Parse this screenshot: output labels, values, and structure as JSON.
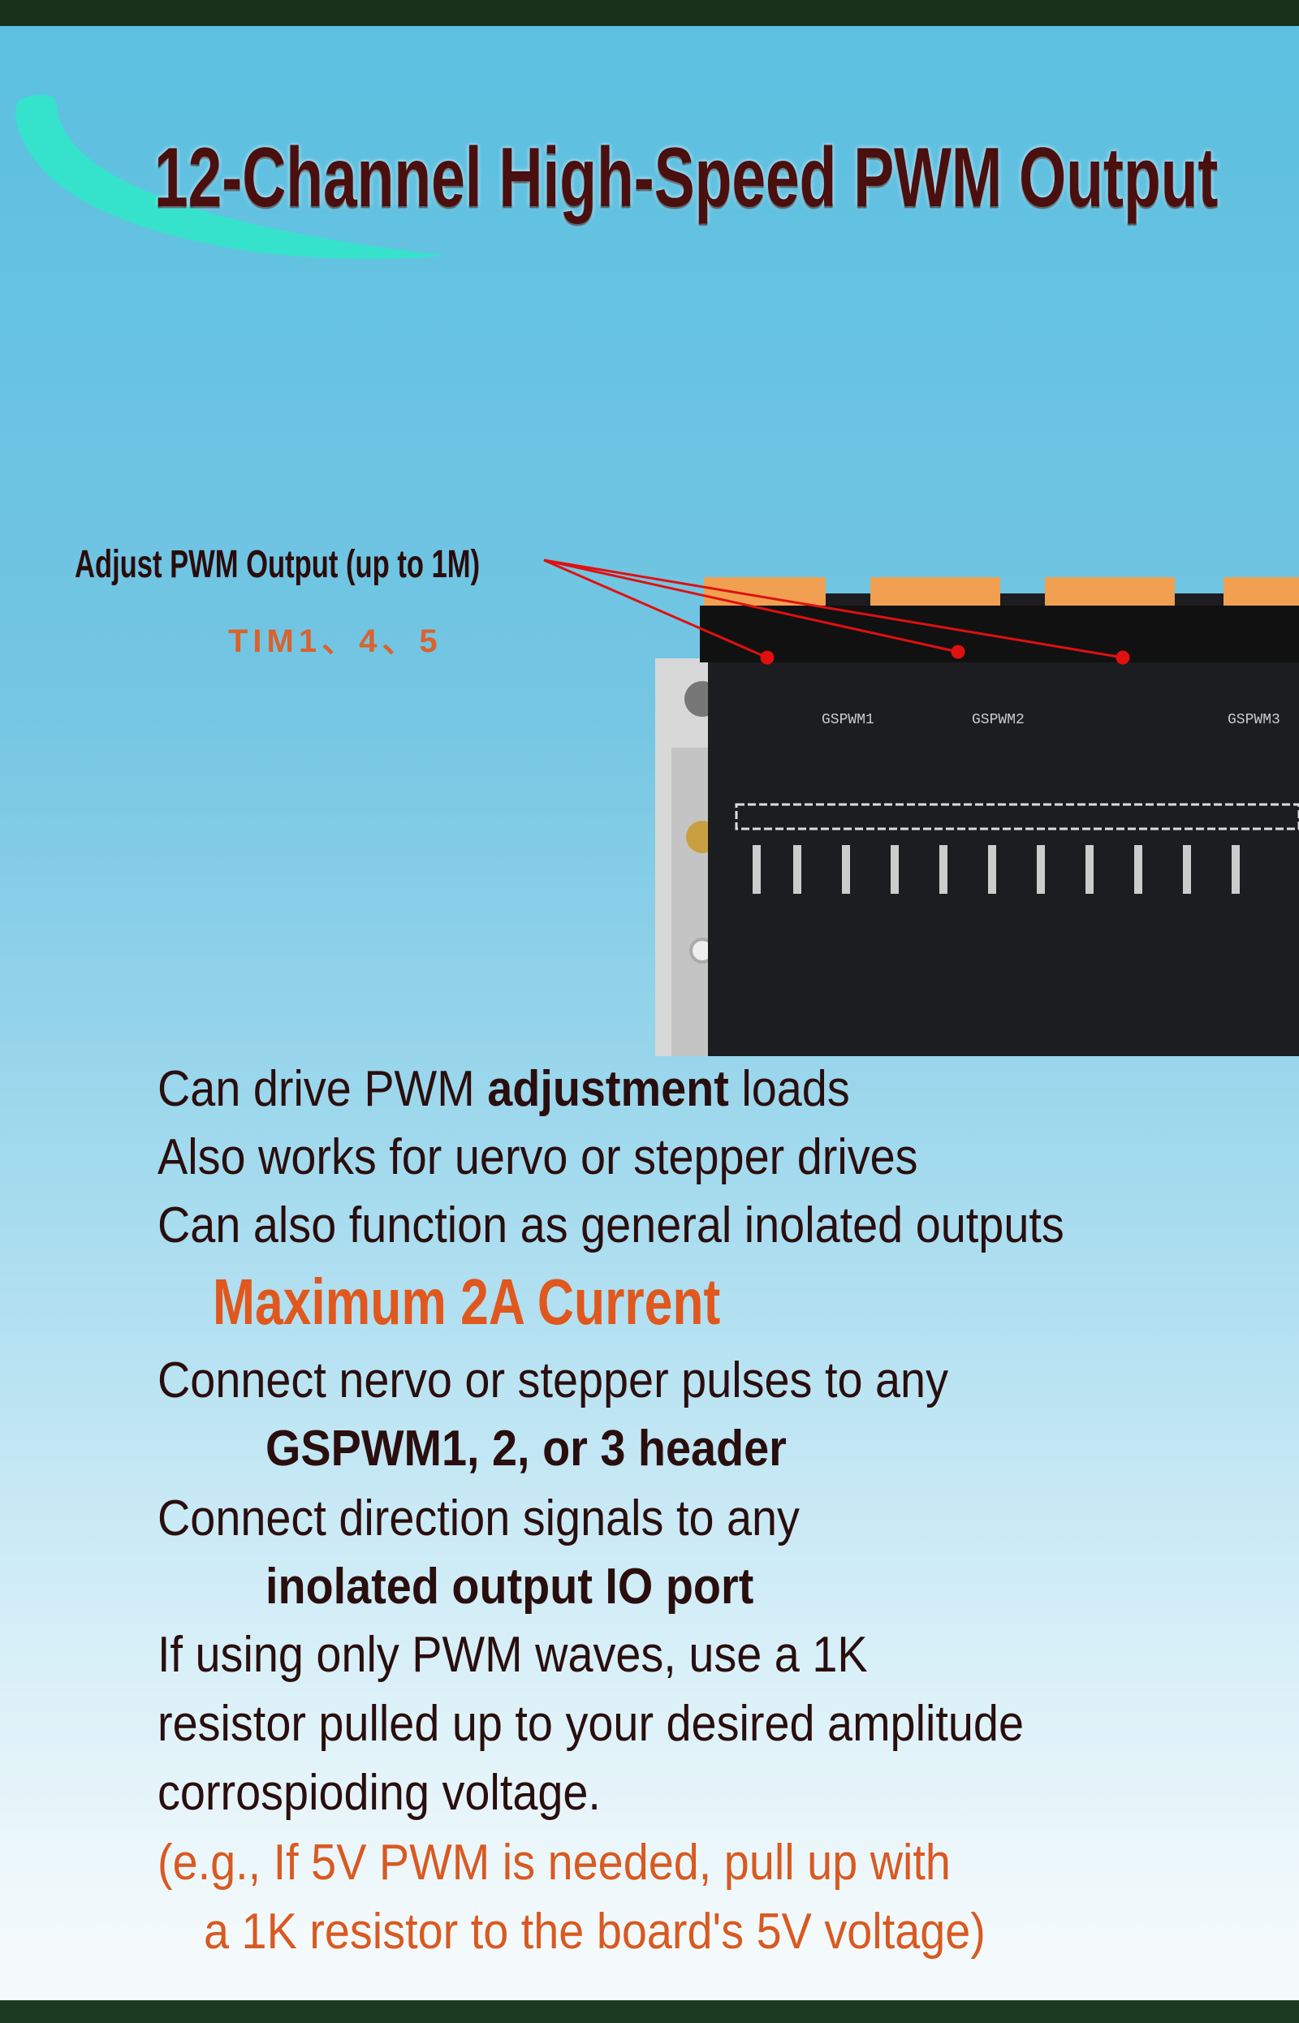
{
  "title": "12-Channel High-Speed PWM Output",
  "callout": {
    "label": "Adjust PWM Output (up to 1M)",
    "timers": "TIM1、4、5"
  },
  "board": {
    "header_labels": [
      "GSPWM1",
      "GSPWM2",
      "GSPWM3"
    ]
  },
  "lines": {
    "l1_a": "Can drive PWM ",
    "l1_b": "adjustment",
    "l1_c": " loads",
    "l2": "Also works for uervo or stepper drives",
    "l3": "Can also function as general inolated outputs",
    "max": "Maximum 2A Current",
    "l4": "Connect nervo or stepper pulses to any",
    "l5": "GSPWM1, 2, or 3 header",
    "l6": "Connect direction signals to any",
    "l7": "inolated output IO port",
    "l8": "If using only PWM waves, use a 1K",
    "l9": "resistor pulled up to your desired amplitude",
    "l10": "corrospioding voltage.",
    "l11": "(e.g., If 5V PWM is needed, pull up with",
    "l12": "a 1K resistor to the board's 5V voltage)"
  },
  "colors": {
    "title": "#4a0f0f",
    "accent": "#e0581e",
    "leader": "#e01010"
  }
}
